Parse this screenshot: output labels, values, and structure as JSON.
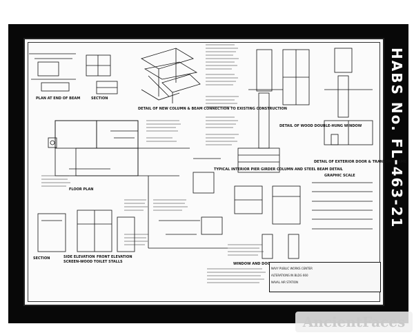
{
  "archive_id": "HABS No. FL-463-21",
  "watermark": "AncientFaces",
  "labels": {
    "plan_end_of_beam": "PLAN AT END OF BEAM",
    "section": "SECTION",
    "detail_new_column": "DETAIL OF NEW COLUMN & BEAM CONNECTION TO EXISTING CONSTRUCTION",
    "floor_plan": "FLOOR PLAN",
    "detail_wood_window": "DETAIL OF WOOD DOUBLE-HUNG WINDOW",
    "detail_exterior_door": "DETAIL OF EXTERIOR DOOR & TRANSOM FRAME",
    "graphic_scale": "GRAPHIC SCALE",
    "typical_interior_pier": "TYPICAL INTERIOR PIER GIRDER COLUMN AND STEEL BEAM DETAIL",
    "window_door_schedule": "WINDOW AND DOOR SCHEDULE",
    "side_elevation": "SIDE ELEVATION",
    "front_elevation": "FRONT ELEVATION",
    "screen_wood_toilet": "SCREEN-WOOD TOILET STALLS",
    "section_a": "SECTION"
  },
  "title_block": {
    "line1": "NAVY PUBLIC WORKS CENTER",
    "line2": "ALTERATIONS IN BLDG 660",
    "line3": "NAVAL AIR STATION"
  }
}
